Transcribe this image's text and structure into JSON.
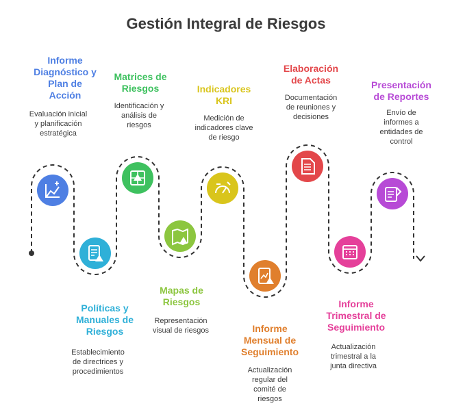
{
  "title": "Gestión Integral de Riesgos",
  "steps": [
    {
      "title": "Informe Diagnóstico y Plan de Acción",
      "title_lines": [
        "Informe",
        "Diagnóstico y",
        "Plan de",
        "Acción"
      ],
      "desc_lines": [
        "Evaluación inicial",
        "y planificación",
        "estratégica"
      ],
      "color": "#4e7fe3",
      "icon": "chart-plus-icon"
    },
    {
      "title": "Políticas y Manuales de Riesgos",
      "title_lines": [
        "Políticas y",
        "Manuales de",
        "Riesgos"
      ],
      "desc_lines": [
        "Establecimiento",
        "de directrices y",
        "procedimientos"
      ],
      "color": "#2fb0d8",
      "icon": "clipboard-warning-icon"
    },
    {
      "title": "Matrices de Riesgos",
      "title_lines": [
        "Matrices de",
        "Riesgos"
      ],
      "desc_lines": [
        "Identificación y",
        "análisis de",
        "riesgos"
      ],
      "color": "#3ec15f",
      "icon": "matrix-warning-icon"
    },
    {
      "title": "Mapas de Riesgos",
      "title_lines": [
        "Mapas de",
        "Riesgos"
      ],
      "desc_lines": [
        "Representación",
        "visual de riesgos"
      ],
      "color": "#8cc63f",
      "icon": "map-warning-icon"
    },
    {
      "title": "Indicadores KRI",
      "title_lines": [
        "Indicadores",
        "KRI"
      ],
      "desc_lines": [
        "Medición de",
        "indicadores clave",
        "de riesgo"
      ],
      "color": "#d9c51c",
      "icon": "kri-gauge-icon"
    },
    {
      "title": "Informe Mensual de Seguimiento",
      "title_lines": [
        "Informe",
        "Mensual de",
        "Seguimiento"
      ],
      "desc_lines": [
        "Actualización",
        "regular del",
        "comité de",
        "riesgos"
      ],
      "color": "#e07f2d",
      "icon": "report-warning-icon"
    },
    {
      "title": "Elaboración de Actas",
      "title_lines": [
        "Elaboración",
        "de Actas"
      ],
      "desc_lines": [
        "Documentación",
        "de reuniones y",
        "decisiones"
      ],
      "color": "#e3474a",
      "icon": "document-icon"
    },
    {
      "title": "Informe Trimestral de Seguimiento",
      "title_lines": [
        "Informe",
        "Trimestral de",
        "Seguimiento"
      ],
      "desc_lines": [
        "Actualización",
        "trimestral a la",
        "junta directiva"
      ],
      "color": "#e5409a",
      "icon": "calendar-icon"
    },
    {
      "title": "Presentación de Reportes",
      "title_lines": [
        "Presentación",
        "de Reportes"
      ],
      "desc_lines": [
        "Envío de",
        "informes a",
        "entidades de",
        "control"
      ],
      "color": "#b74ad6",
      "icon": "report-send-icon"
    }
  ]
}
